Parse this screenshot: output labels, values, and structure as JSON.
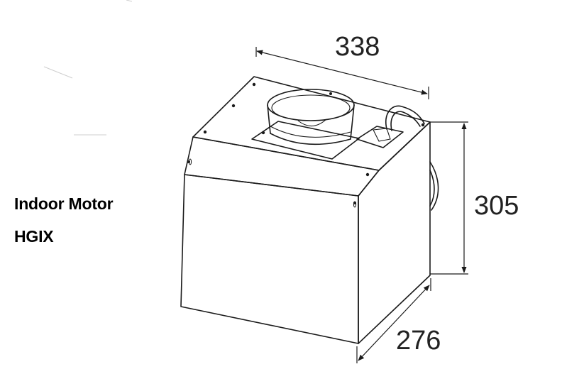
{
  "product": {
    "name": "Indoor Motor",
    "model": "HGIX"
  },
  "dimensions": {
    "width": "338",
    "height": "305",
    "depth": "276"
  }
}
